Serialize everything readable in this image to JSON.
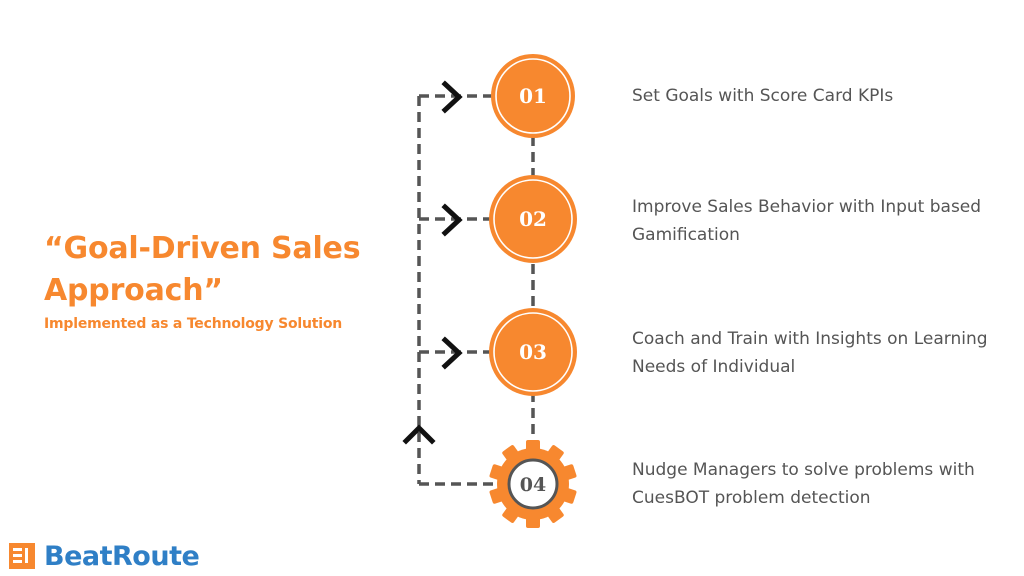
{
  "headline": {
    "line1": "“Goal-Driven Sales",
    "line2": "Approach”"
  },
  "subheadline": "Implemented as a Technology Solution",
  "steps": [
    {
      "number": "01",
      "text": "Set Goals with Score Card KPIs"
    },
    {
      "number": "02",
      "text": "Improve Sales Behavior with Input based Gamification"
    },
    {
      "number": "03",
      "text": "Coach and Train with Insights on Learning Needs of Individual"
    },
    {
      "number": "04",
      "text": "Nudge Managers to solve problems with CuesBOT problem detection"
    }
  ],
  "brand": {
    "name": "BeatRoute"
  },
  "colors": {
    "accent": "#f7882f",
    "accent_dark": "#ee7a22",
    "connector": "#555555",
    "chevron": "#111111",
    "text": "#555555",
    "brand": "#2f7fc6"
  }
}
